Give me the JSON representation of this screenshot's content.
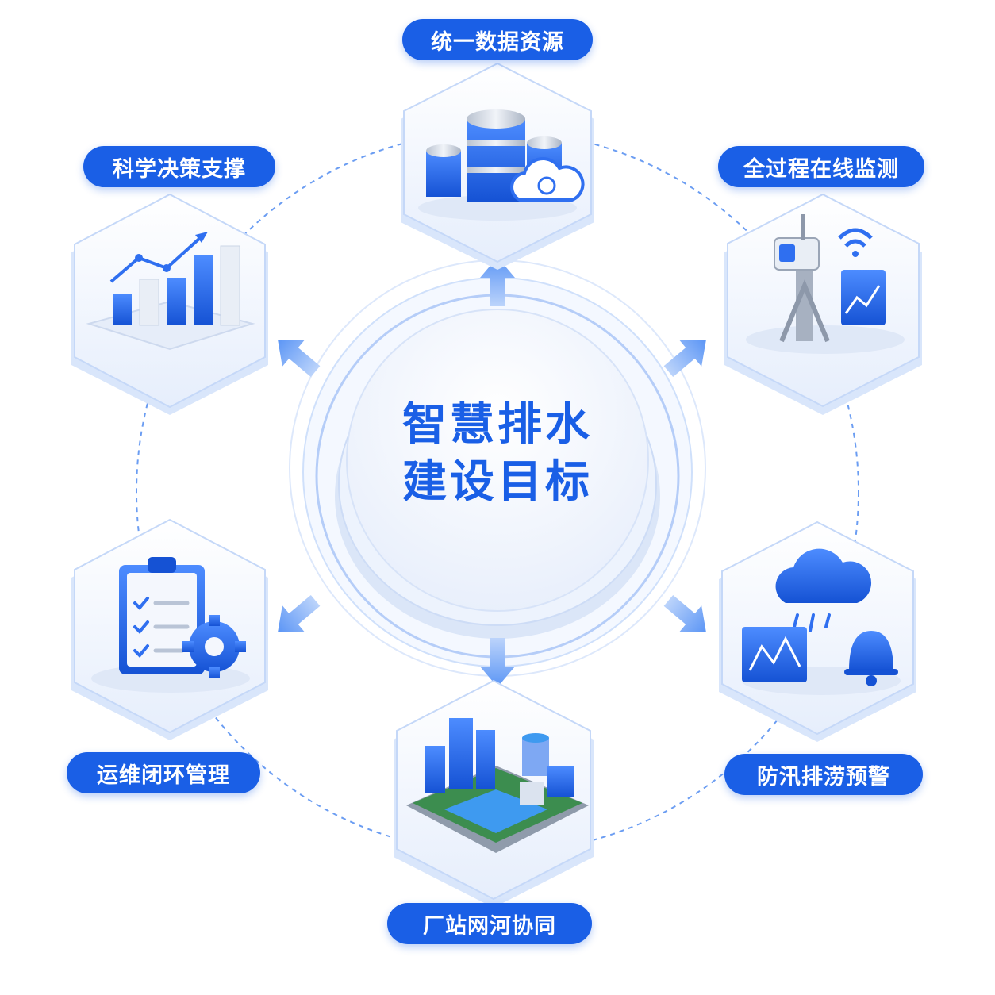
{
  "center": {
    "line1": "智慧排水",
    "line2": "建设目标"
  },
  "goals": [
    {
      "id": "data",
      "label": "统一数据资源",
      "icon": "database-cloud-icon"
    },
    {
      "id": "monitor",
      "label": "全过程在线监测",
      "icon": "monitoring-station-icon"
    },
    {
      "id": "flood",
      "label": "防汛排涝预警",
      "icon": "rain-alarm-icon"
    },
    {
      "id": "plant",
      "label": "厂站网河协同",
      "icon": "water-plant-city-icon"
    },
    {
      "id": "ops",
      "label": "运维闭环管理",
      "icon": "checklist-gear-icon"
    },
    {
      "id": "decision",
      "label": "科学决策支撑",
      "icon": "bar-chart-trend-icon"
    }
  ],
  "colors": {
    "primary": "#1a5fe6",
    "light": "#e8f0ff",
    "ring": "#bcd3fb"
  }
}
